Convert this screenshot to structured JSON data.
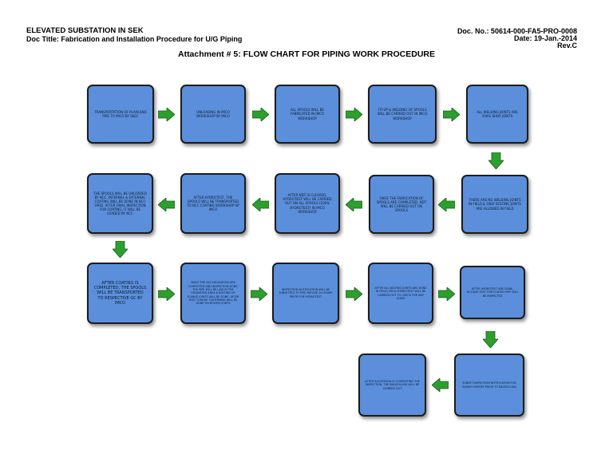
{
  "header": {
    "project": "ELEVATED SUBSTATION IN SEK",
    "doc_title": "Doc Title: Fabrication and Installation Procedure for U/G Piping",
    "doc_no": "Doc. No.: 50614-000-FA5-PRO-0008",
    "date": "Date: 19-Jan.-2014",
    "rev": "Rev.C"
  },
  "title": "Attachment # 5: FLOW CHART FOR PIPING WORK PROCEDURE",
  "colors": {
    "box_fill": "#5b8fdc",
    "box_border": "#1c1c1c",
    "arrow": "#2e9e2e"
  },
  "icons": {
    "arrow": "green-block-arrow-icon"
  },
  "steps": [
    "TRANSPORTATION OF PLAIN END PIPE TO IMCO BY SKEC",
    "UNLOADING IN IMCO WORKSHOP BY IMCO",
    "ALL SPOOLS WILL BE FABRICATED IN IMCO WORKSHOP",
    "FIT-UP & WELDING OF SPOOLS WILL BE CARRIED OUT IN IMCO WORKSHOP",
    "ALL WELDING JOINTS ARE 100% SHOP JOINTS",
    "THERE ARE NO WELDING JOINTS IN FIELD & ONLY BOLTING JOINTS ARE ALLOWED IN FIELD",
    "ONCE THE FABRICATION OF SPOOLS ARE COMPLETED, NDT WILL BE CARRIED OUT ON SPOOLS",
    "AFTER NDT IS CLEARED, HYDROTEST WILL BE CARRIED OUT ON ALL SPOOLS (100% HYDROTEST) IN IMCO WORKSHOP",
    "AFTER HYDROTEST, THE SPOOLS WILL BE TRANSPORTED TO NCC COATING WORKSHOP BY IMCO",
    "THE SPOOLS WILL BE UNLOADED BY NCC. INTERNAL & EXTERNAL COATING WILL BE DONE IN NCC YARD. AFTER FINAL INSPECTION FOR COATING, IT WILL BE LOADED BY NCC",
    "AFTER COATING IS COMPLETED, THE SPOOLS WILL BE TRANSPORTED TO RESPECTIVE GC BY IMCO",
    "SINCE THE D/G EXCAVATION ARE COMPLETED AND INSPECTION DONE, THE PIPE WILL BE LAID IN THE EXCAVATED AREA & BOLTING OF FLANGE JOINTS WILL BE DONE. AFTER BOLT TORQUE TIGHTENING WILL BE DONE ON BOLTED JOINTS",
    "INSPECTION NOTIFICATION WILL BE SUBMITTED TO PMC BEFORE 24 HOURS PRIOR FOR HYDROTEST",
    "AFTER ALL BOLTING JOINTS ARE DONE IN FIELD, FIELD HYDROTEST WILL BE CARRIED OUT TO CHECK FOR ANY LEAKS",
    "AFTER HYDROTEST ARE DONE, HOLIDAY TEST FOR COATED PIPE WILL BE INSPECTED",
    "SUBMIT INSPECTION NOTIFICATION FOR SURVEY REPORT PRIOR TO BACKFILLING",
    "AFTER SUCCESSFULLY COMPLETING THE INSPECTION, THE BACKFILLING WILL BE CARRIED OUT"
  ]
}
